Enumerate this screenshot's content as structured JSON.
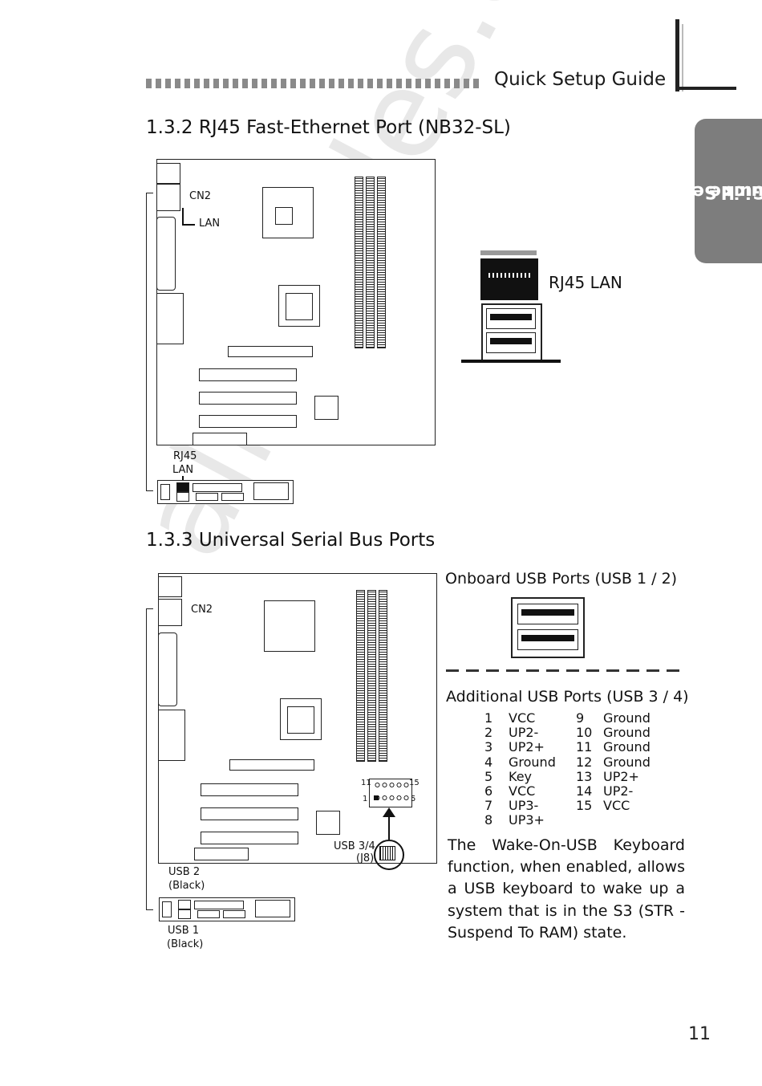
{
  "header": {
    "title": "Quick Setup Guide"
  },
  "side_tab": {
    "line1": "Quick Setup",
    "line2": "Guide"
  },
  "section_rj45": {
    "heading": "1.3.2  RJ45 Fast-Ethernet Port (NB32-SL)",
    "board_labels": {
      "cn2": "CN2",
      "lan": "LAN",
      "rj45": "RJ45",
      "rj45_lan": "LAN"
    },
    "port_label": "RJ45 LAN"
  },
  "section_usb": {
    "heading": "1.3.3  Universal Serial Bus Ports",
    "board_labels": {
      "cn2": "CN2",
      "usb34": "USB 3/4",
      "j8": "(J8)",
      "usb2": "USB 2",
      "usb2_color": "(Black)",
      "usb1": "USB 1",
      "usb1_color": "(Black)",
      "pin_11": "11",
      "pin_15": "15",
      "pin_1": "1",
      "pin_5": "5"
    },
    "onboard_heading": "Onboard USB Ports (USB 1 / 2)",
    "additional_heading": "Additional USB Ports (USB 3 / 4)",
    "pinout": [
      {
        "pin": "1",
        "signal": "VCC",
        "pin2": "9",
        "signal2": "Ground"
      },
      {
        "pin": "2",
        "signal": "UP2-",
        "pin2": "10",
        "signal2": "Ground"
      },
      {
        "pin": "3",
        "signal": "UP2+",
        "pin2": "11",
        "signal2": "Ground"
      },
      {
        "pin": "4",
        "signal": "Ground",
        "pin2": "12",
        "signal2": "Ground"
      },
      {
        "pin": "5",
        "signal": "Key",
        "pin2": "13",
        "signal2": "UP2+"
      },
      {
        "pin": "6",
        "signal": "VCC",
        "pin2": "14",
        "signal2": "UP2-"
      },
      {
        "pin": "7",
        "signal": "UP3-",
        "pin2": "15",
        "signal2": "VCC"
      },
      {
        "pin": "8",
        "signal": "UP3+",
        "pin2": "",
        "signal2": ""
      }
    ],
    "note": "The Wake-On-USB Keyboard function, when enabled, allows a USB keyboard to wake up a system that is in the S3 (STR - Suspend To RAM) state."
  },
  "page_number": "11",
  "watermark": "all-guides.com"
}
